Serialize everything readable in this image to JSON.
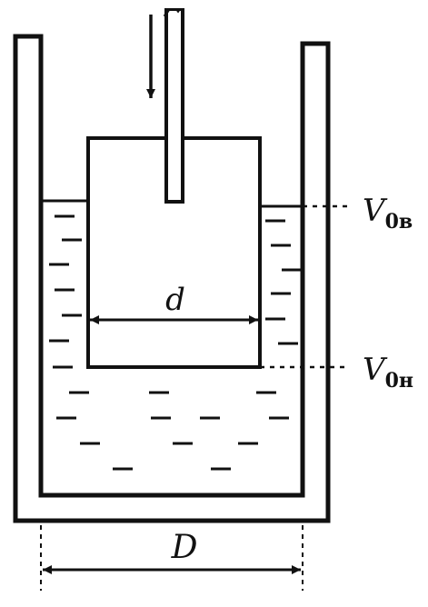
{
  "labels": {
    "inner_diameter": "d",
    "outer_diameter": "D",
    "upper_level": {
      "symbol": "V",
      "subscript": "0в"
    },
    "lower_level": {
      "symbol": "V",
      "subscript": "0н"
    }
  },
  "colors": {
    "ink": "#111111",
    "background": "#ffffff"
  }
}
